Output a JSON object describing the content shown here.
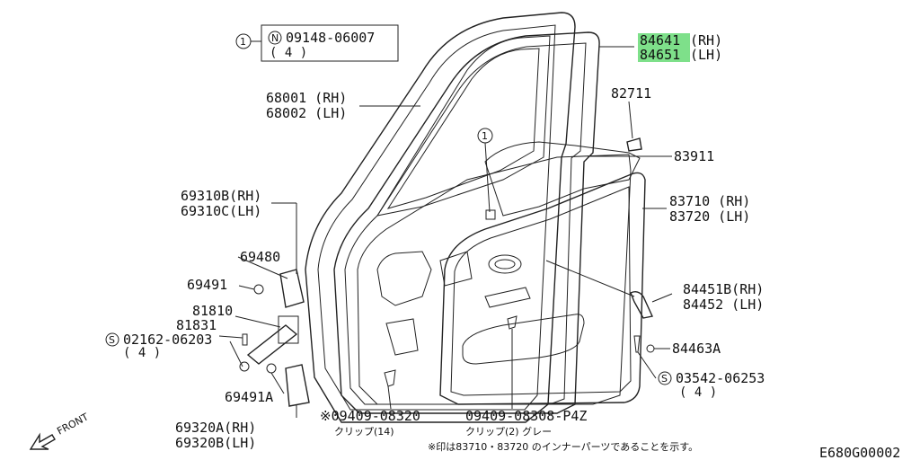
{
  "diagram_code": "E680G00002",
  "front_label": "FRONT",
  "callout_symbol": "1",
  "boxed_note": {
    "symbol": "N",
    "part": "09148-06007",
    "qty": "( 4 )"
  },
  "labels": {
    "seal_rh": "84641",
    "seal_rh_side": "(RH)",
    "seal_lh": "84651",
    "seal_lh_side": "(LH)",
    "door_rh": "68001 (RH)",
    "door_lh": "68002 (LH)",
    "grommet": "82711",
    "screen": "83911",
    "trim_rh": "83710 (RH)",
    "trim_lh": "83720 (LH)",
    "hinge_up_rh": "69310B(RH)",
    "hinge_up_lh": "69310C(LH)",
    "hinge_pin": "69480",
    "bolt_up": "69491",
    "check_link": "81810",
    "check_pin": "81831",
    "check_bolt_sym": "S",
    "check_bolt": "02162-06203",
    "check_bolt_qty": "( 4 )",
    "bolt_low": "69491A",
    "hinge_low_rh": "69320A(RH)",
    "hinge_low_lh": "69320B(LH)",
    "clip_a": "※09409-08320",
    "clip_a_note": "クリップ(14)",
    "clip_b": "09409-08308-P4Z",
    "clip_b_note": "クリップ(2) グレー",
    "handle_rh": "84451B(RH)",
    "handle_lh": "84452 (LH)",
    "washer": "84463A",
    "screw_sym": "S",
    "screw": "03542-06253",
    "screw_qty": "( 4 )",
    "footnote": "※印は83710・83720 のインナーパーツであることを示す。"
  },
  "colors": {
    "highlight": "#7ee08a",
    "ink": "#111111"
  }
}
